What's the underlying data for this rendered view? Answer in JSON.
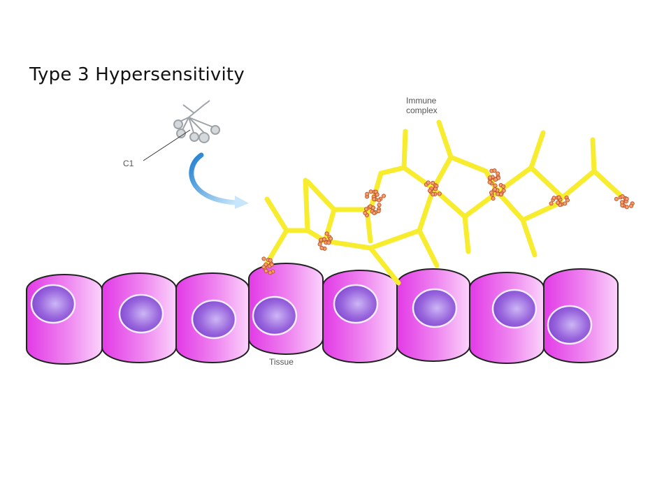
{
  "slide": {
    "title": "Type 3 Hypersensitivity"
  },
  "diagram": {
    "labels": {
      "c1": "C1",
      "immune_complex_line1": "Immune",
      "immune_complex_line2": "complex",
      "tissue": "Tissue"
    },
    "colors": {
      "antibody": "#f5ea2c",
      "antibody_outline": "#d9c400",
      "cell": "#e040e8",
      "cell_light": "#fbd3fb",
      "nucleus": "#8a4fd6",
      "nucleus_light": "#d8c6f7",
      "antigen": "#e8824f",
      "arrow": "#2b8fd9"
    },
    "tissue_cell_count": 8
  }
}
